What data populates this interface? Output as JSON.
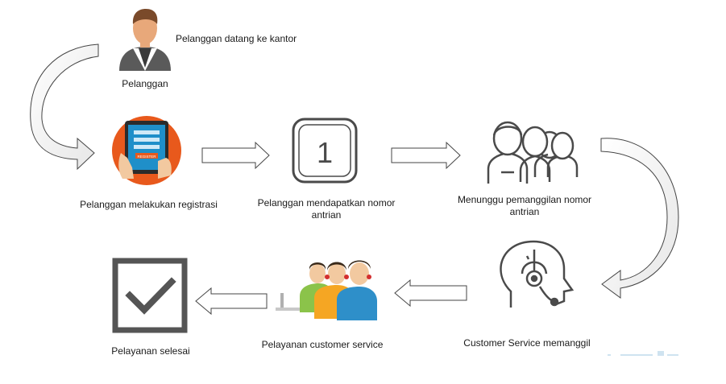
{
  "steps": {
    "customer": {
      "name": "Pelanggan",
      "note": "Pelanggan datang ke kantor",
      "icon": "person-avatar-icon"
    },
    "registration": {
      "label": "Pelanggan melakukan registrasi",
      "icon": "tablet-register-icon",
      "tablet_button_text": "REGISTER"
    },
    "queue_number": {
      "label_line1": "Pelanggan mendapatkan nomor",
      "label_line2": "antrian",
      "icon": "queue-number-icon",
      "number": "1"
    },
    "waiting": {
      "label_line1": "Menunggu pemanggilan nomor",
      "label_line2": "antrian",
      "icon": "waiting-people-icon"
    },
    "calling": {
      "label": "Customer Service memanggil",
      "icon": "headset-agent-icon"
    },
    "service": {
      "label": "Pelayanan customer service",
      "icon": "call-center-agents-icon"
    },
    "done": {
      "label": "Pelayanan selesai",
      "icon": "checkmark-box-icon"
    }
  },
  "colors": {
    "text": "#1a1a1a",
    "icon_gray": "#4a4a4a",
    "tablet_orange": "#e8591c",
    "tablet_screen": "#1f8fc9",
    "check_box": "#555555",
    "arrow_outline": "#444444",
    "arrow_fill": "#ffffff"
  }
}
